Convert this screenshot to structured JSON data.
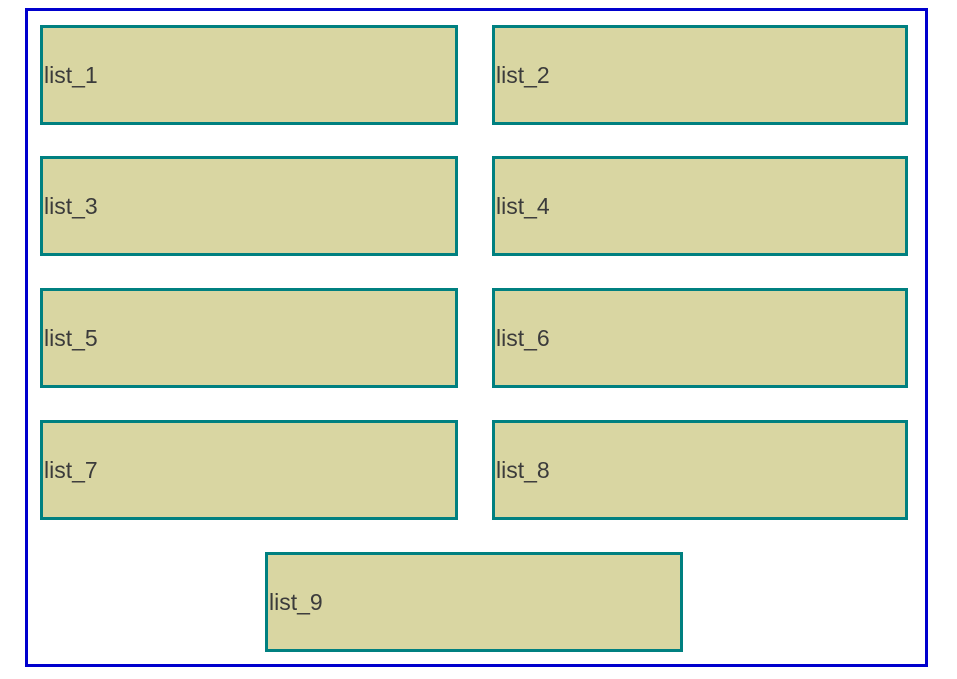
{
  "colors": {
    "frame_border": "#0000CD",
    "box_fill": "#D9D6A2",
    "box_border": "#008080",
    "label_text": "#3B3B3B",
    "background": "#FFFFFF"
  },
  "boxes": {
    "items": [
      "list_1",
      "list_2",
      "list_3",
      "list_4",
      "list_5",
      "list_6",
      "list_7",
      "list_8",
      "list_9"
    ]
  }
}
